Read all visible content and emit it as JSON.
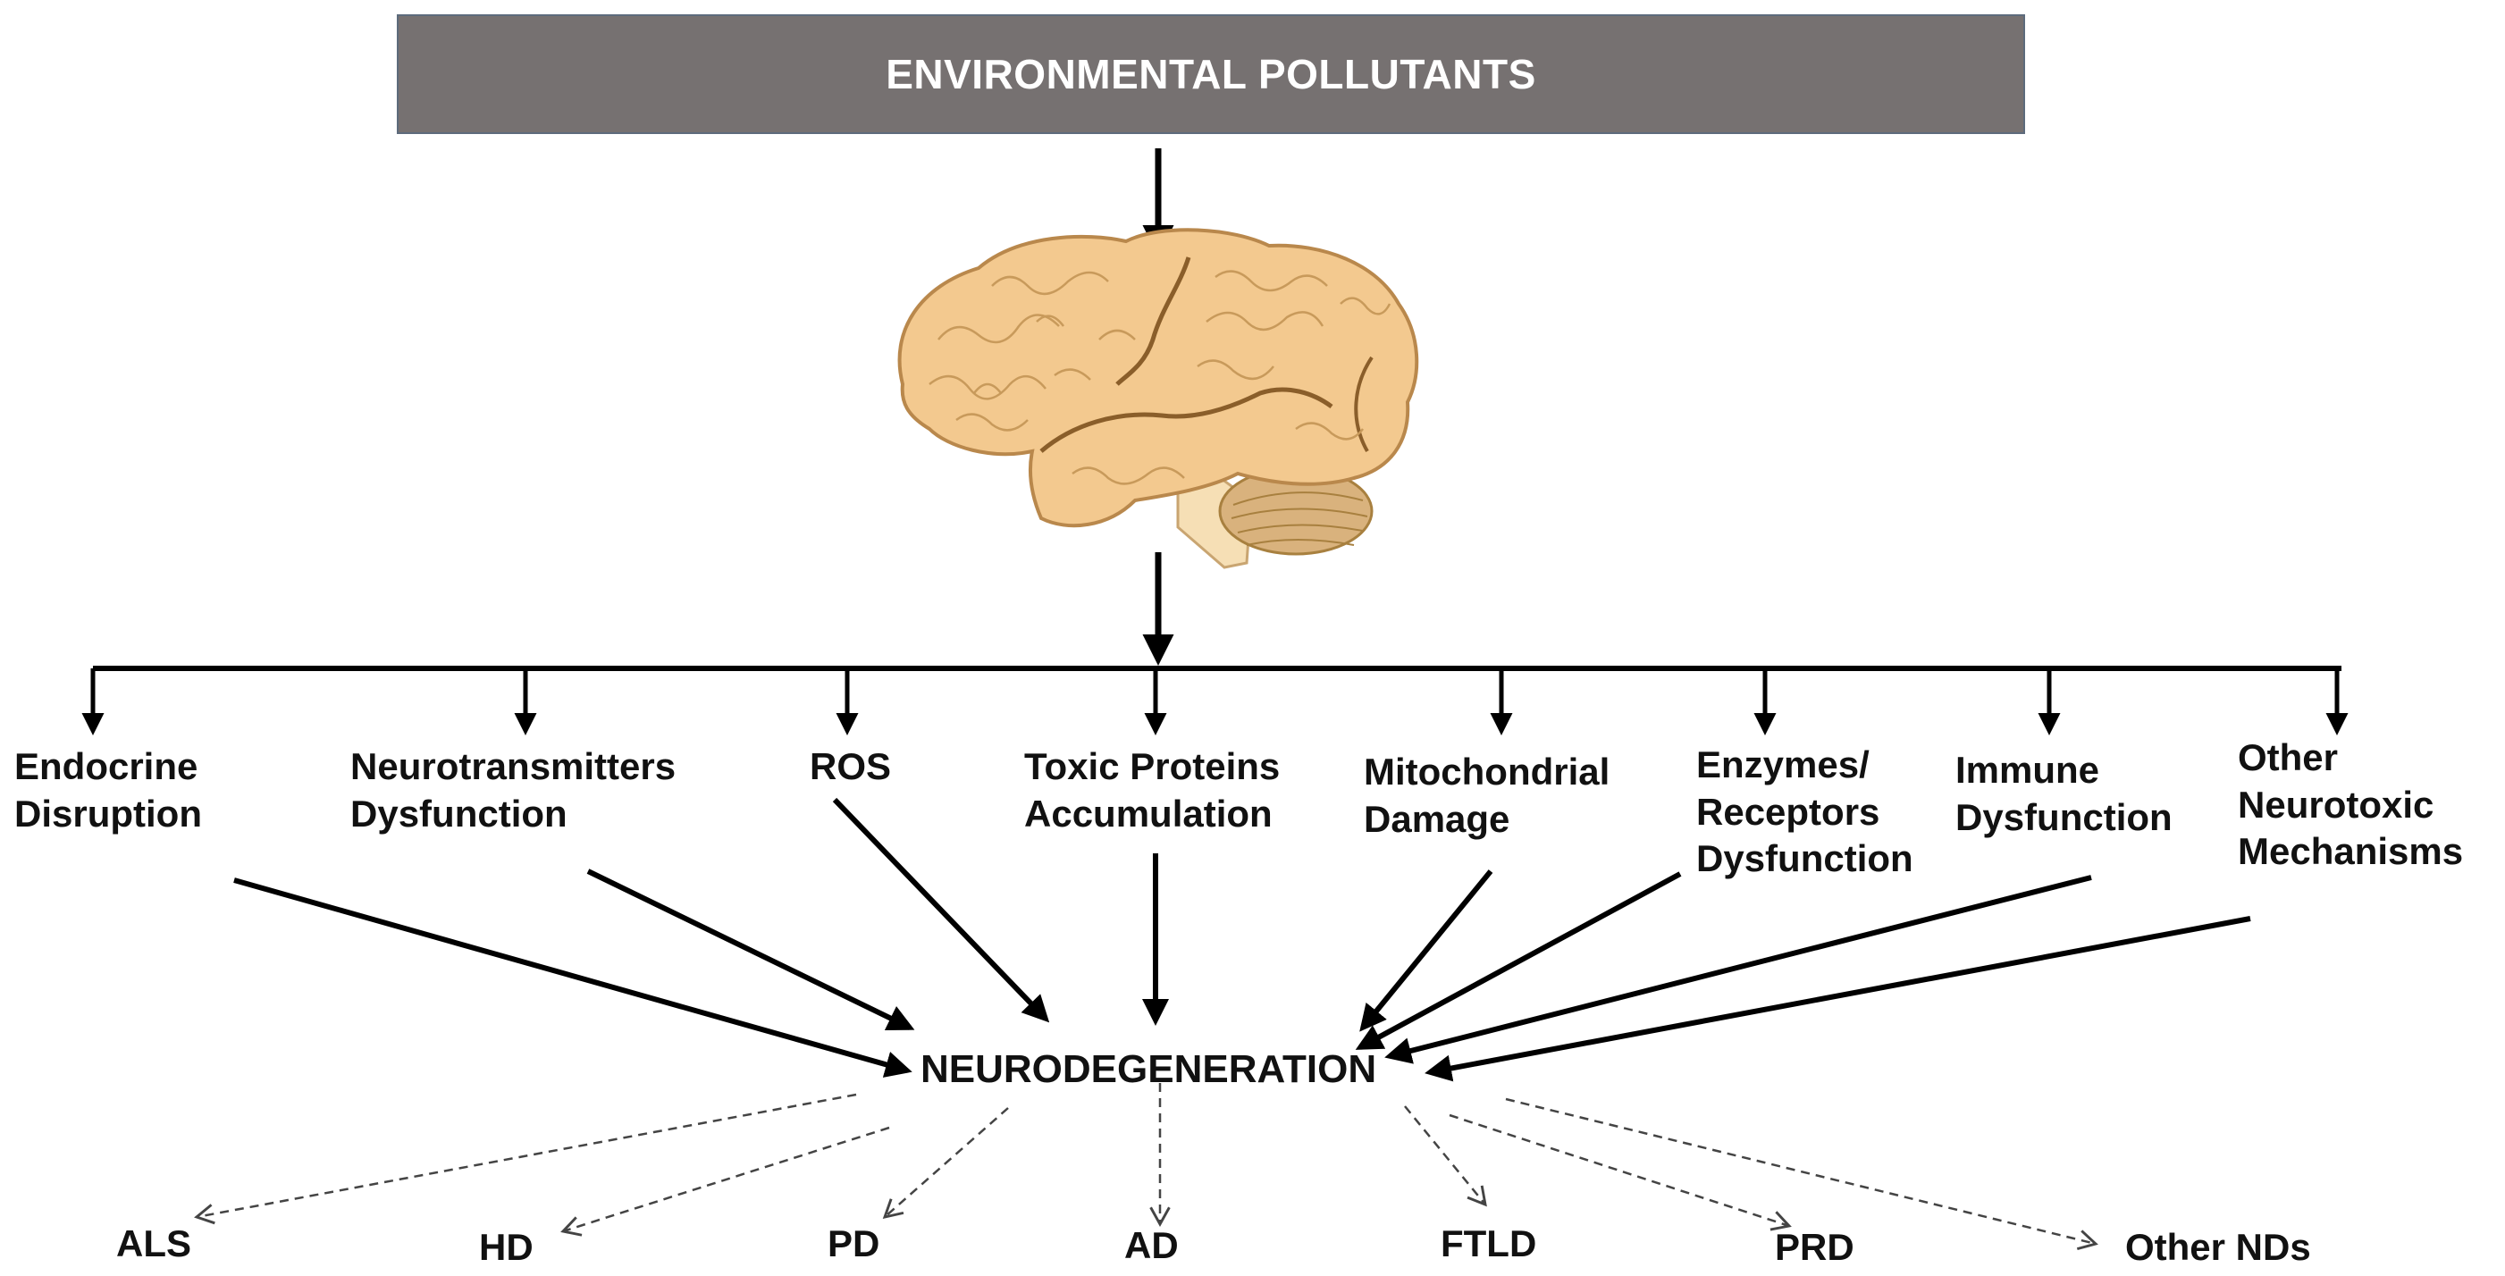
{
  "title": "ENVIRONMENTAL POLLUTANTS",
  "colors": {
    "title_bar": "#767171",
    "title_text": "#ffffff",
    "brain_fill": "#f3c98f",
    "brain_outline": "#b9884c",
    "cerebellum": "#d9b27d",
    "arrow": "#000000",
    "dashed_arrow": "#444444"
  },
  "brain_icon": "brain-illustration",
  "mechanisms": [
    {
      "line1": "Endocrine",
      "line2": "Disruption",
      "line3": ""
    },
    {
      "line1": "Neurotransmitters",
      "line2": "Dysfunction",
      "line3": ""
    },
    {
      "line1": "ROS",
      "line2": "",
      "line3": ""
    },
    {
      "line1": "Toxic Proteins",
      "line2": "Accumulation",
      "line3": ""
    },
    {
      "line1": "Mitochondrial",
      "line2": "Damage",
      "line3": ""
    },
    {
      "line1": "Enzymes/",
      "line2": "Receptors",
      "line3": "Dysfunction"
    },
    {
      "line1": "Immune",
      "line2": "Dysfunction",
      "line3": ""
    },
    {
      "line1": "Other",
      "line2": "Neurotoxic",
      "line3": "Mechanisms"
    }
  ],
  "outcome": "NEURODEGENERATION",
  "diseases": [
    "ALS",
    "HD",
    "PD",
    "AD",
    "FTLD",
    "PRD",
    "Other NDs"
  ]
}
